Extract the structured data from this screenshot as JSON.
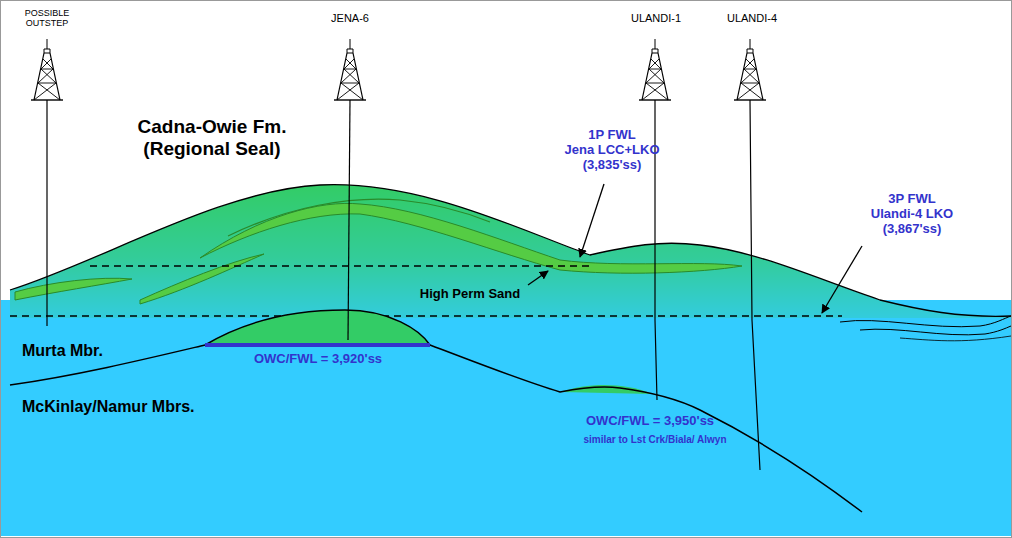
{
  "diagram": {
    "labels": [
      "POSSIBLE OUTSTEP",
      "JENA-6",
      "ULANDI-1",
      "ULANDI-4",
      "Cadna-Owie Fm. (Regional Seal)",
      "1P FWL Jena LCC+LKO (3,835'ss)",
      "3P FWL Ulandi-4 LKO (3,867'ss)",
      "High Perm Sand",
      "Murta Mbr.",
      "OWC/FWL = 3,920'ss",
      "OWC/FWL = 3,950'ss",
      "similar to Lst Crk/Biala/ Alwyn",
      "McKinlay/Namur Mbrs."
    ]
  }
}
